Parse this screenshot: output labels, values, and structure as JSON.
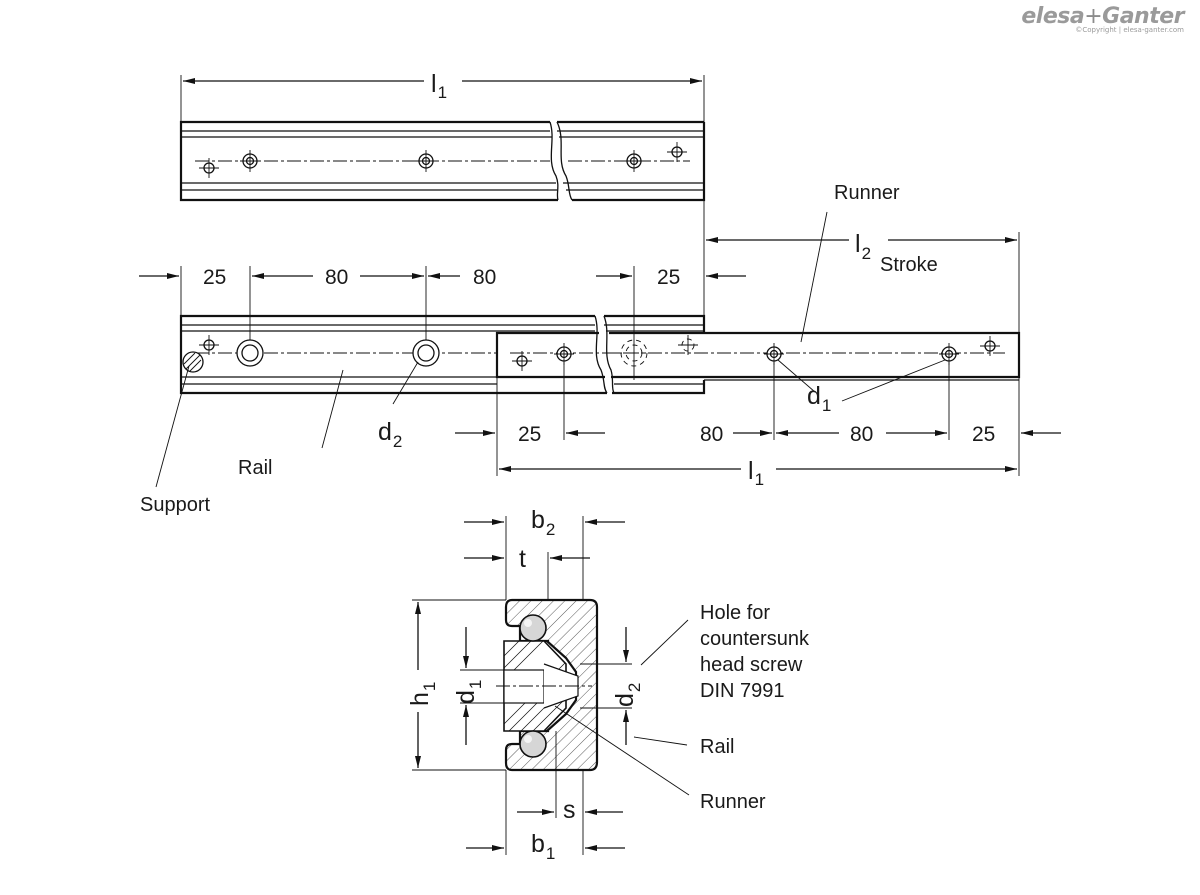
{
  "logo": {
    "brand_left": "elesa",
    "brand_plus": "+",
    "brand_right": "Ganter",
    "copyright": "©Copyright | elesa-ganter.com"
  },
  "top_view": {
    "length_symbol": "l",
    "length_sub": "1"
  },
  "assembly_view": {
    "dims_top": [
      "25",
      "80",
      "80",
      "25"
    ],
    "stroke_symbol": "l",
    "stroke_sub": "2",
    "stroke_label": "Stroke",
    "runner_label": "Runner",
    "rail_label": "Rail",
    "support_label": "Support",
    "d1_symbol": "d",
    "d1_sub": "1",
    "d2_symbol": "d",
    "d2_sub": "2",
    "dims_bottom": [
      "25",
      "80",
      "80",
      "25"
    ],
    "length_symbol": "l",
    "length_sub": "1"
  },
  "section_view": {
    "b2_symbol": "b",
    "b2_sub": "2",
    "t_symbol": "t",
    "h1_symbol": "h",
    "h1_sub": "1",
    "d1_symbol": "d",
    "d1_sub": "1",
    "d2_symbol": "d",
    "d2_sub": "2",
    "s_symbol": "s",
    "b1_symbol": "b",
    "b1_sub": "1",
    "hole_note": [
      "Hole for",
      "countersunk",
      "head screw",
      "DIN 7991"
    ],
    "rail_label": "Rail",
    "runner_label": "Runner"
  }
}
